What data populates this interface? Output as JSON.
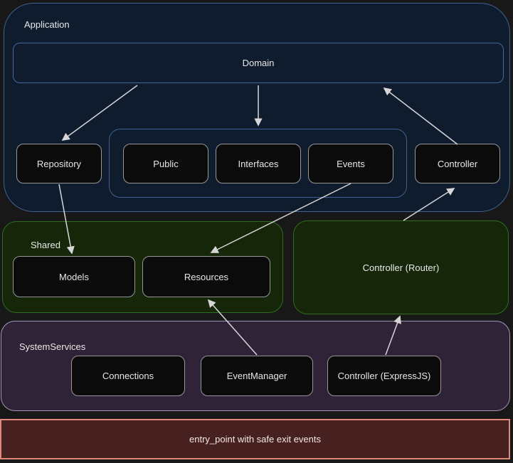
{
  "layers": {
    "application": {
      "label": "Application",
      "fill": "#0f1c2e",
      "border": "#3f6191"
    },
    "shared": {
      "label": "Shared",
      "fill": "#152609",
      "border": "#2e6e1e"
    },
    "system_services": {
      "label": "SystemServices",
      "fill": "#2e2337",
      "border": "#a794b5"
    }
  },
  "nodes": {
    "domain": {
      "label": "Domain"
    },
    "repository": {
      "label": "Repository"
    },
    "public": {
      "label": "Public"
    },
    "interfaces": {
      "label": "Interfaces"
    },
    "events": {
      "label": "Events"
    },
    "controller": {
      "label": "Controller"
    },
    "models": {
      "label": "Models"
    },
    "resources": {
      "label": "Resources"
    },
    "controller_router": {
      "label": "Controller (Router)"
    },
    "connections": {
      "label": "Connections"
    },
    "event_manager": {
      "label": "EventManager"
    },
    "controller_expressjs": {
      "label": "Controller (ExpressJS)"
    },
    "entry_point": {
      "label": "entry_point with safe exit events",
      "fill": "#47211f",
      "border": "#e0887a"
    }
  },
  "edges": [
    {
      "from": "domain",
      "to": "repository"
    },
    {
      "from": "domain",
      "to": "application-inner-group"
    },
    {
      "from": "controller",
      "to": "domain"
    },
    {
      "from": "events",
      "to": "resources"
    },
    {
      "from": "repository",
      "to": "models"
    },
    {
      "from": "controller_router",
      "to": "controller"
    },
    {
      "from": "event_manager",
      "to": "resources"
    },
    {
      "from": "controller_expressjs",
      "to": "controller_router"
    }
  ],
  "colors": {
    "background": "#181818",
    "node_fill": "#0b0b0b",
    "node_border": "#969696",
    "arrow": "#d6d6d6"
  }
}
